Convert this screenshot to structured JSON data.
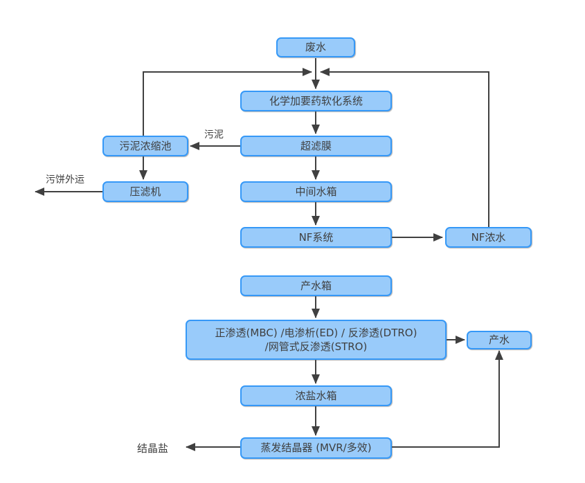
{
  "diagram": {
    "nodes": {
      "wastewater": "废水",
      "softening_system": "化学加要药软化系统",
      "uf_membrane": "超滤膜",
      "sludge_thickener": "污泥浓缩池",
      "filter_press": "压滤机",
      "intermediate_tank": "中间水箱",
      "nf_system": "NF系统",
      "nf_concentrate": "NF浓水",
      "product_tank": "产水箱",
      "membrane_stage_line1": "正渗透(MBC) /电渗析(ED) / 反渗透(DTRO)",
      "membrane_stage_line2": "/网管式反渗透(STRO)",
      "product_water": "产水",
      "brine_tank": "浓盐水箱",
      "evaporator": "蒸发结晶器 (MVR/多效)"
    },
    "edge_labels": {
      "sludge": "污泥",
      "cake_out": "污饼外运",
      "crystal_salt": "结晶盐"
    },
    "colors": {
      "node_fill": "#99CBFA",
      "node_border": "#3598F7",
      "line": "#404040",
      "text": "#3F3F3F",
      "background": "#FFFFFF"
    }
  }
}
